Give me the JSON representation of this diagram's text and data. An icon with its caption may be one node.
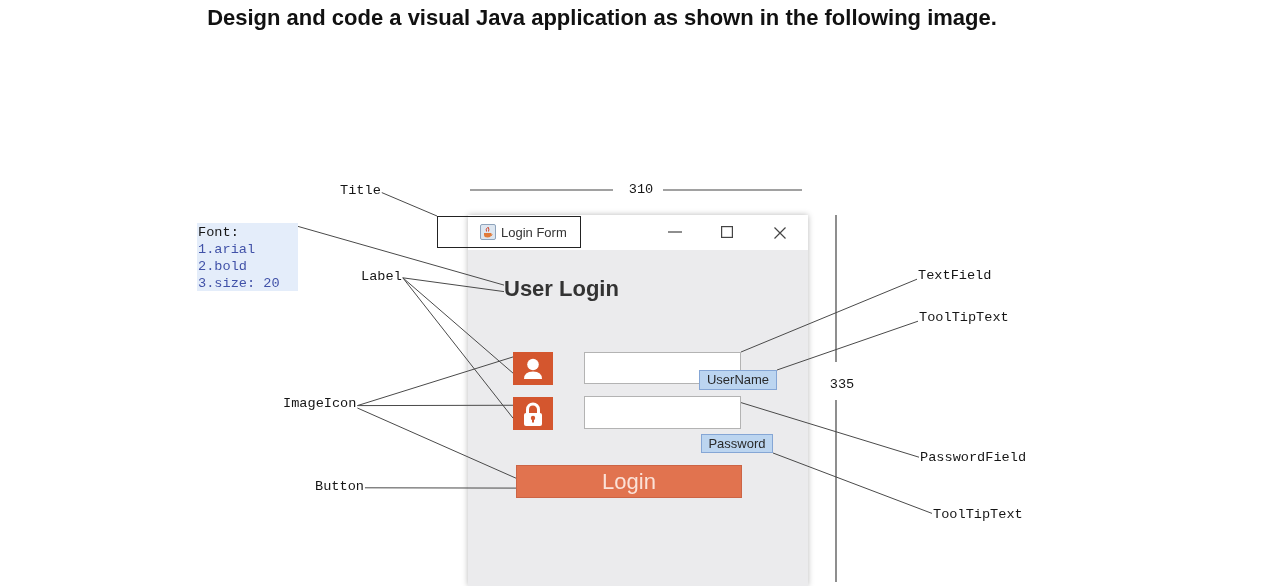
{
  "diagram": {
    "title": "Design and code a visual Java application as shown in the following image.",
    "nodes": [
      {
        "text": [
          "Title"
        ]
      },
      {
        "text": [
          "Font:",
          "1.arial",
          "2.bold",
          "3.size: 20"
        ]
      },
      {
        "text": [],
        "shape": "box"
      },
      {
        "text": [
          "Login Form"
        ]
      },
      {
        "text": [
          "Label"
        ]
      },
      {
        "text": [
          "User Login"
        ],
        "in": 2
      },
      {
        "text": [],
        "shape": "picture",
        "in": 2
      },
      {
        "text": [],
        "shape": "box",
        "in": 2
      },
      {
        "text": [
          "UserName"
        ],
        "in": 2
      },
      {
        "text": [
          "TextField"
        ]
      },
      {
        "text": [
          "ToolTipText"
        ]
      },
      {
        "text": [
          "ImageIcon"
        ]
      },
      {
        "text": [],
        "shape": "picture",
        "in": 2
      },
      {
        "text": [],
        "shape": "box",
        "in": 2
      },
      {
        "text": [
          "Password"
        ],
        "in": 2
      },
      {
        "text": [
          "PasswordField"
        ]
      },
      {
        "text": [
          "Button"
        ]
      },
      {
        "text": [
          "Login"
        ],
        "in": 2
      },
      {
        "text": [
          "ToolTipText"
        ]
      }
    ],
    "edges": [
      {
        "from": 0,
        "to": 3,
        "arrow": "none"
      },
      {
        "from": 1,
        "to": 5,
        "arrow": "none"
      },
      {
        "from": 4,
        "to": 5,
        "arrow": "none"
      },
      {
        "from": 4,
        "to": 6,
        "arrow": "none"
      },
      {
        "from": 4,
        "to": 12,
        "arrow": "none"
      },
      {
        "from": 11,
        "to": 6,
        "arrow": "none"
      },
      {
        "from": 11,
        "to": 12,
        "arrow": "none"
      },
      {
        "from": 11,
        "to": 17,
        "arrow": "none"
      },
      {
        "from": 16,
        "to": 17,
        "arrow": "none"
      },
      {
        "from": 9,
        "to": 7,
        "arrow": "none"
      },
      {
        "from": 10,
        "to": 8,
        "arrow": "none"
      },
      {
        "from": 15,
        "to": 13,
        "arrow": "none"
      },
      {
        "from": 18,
        "to": 14,
        "arrow": "none"
      }
    ],
    "labels": [
      "310",
      "335"
    ]
  }
}
